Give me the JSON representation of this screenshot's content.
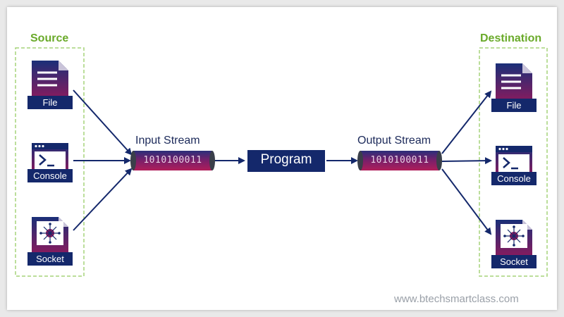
{
  "diagram": {
    "source_title": "Source",
    "destination_title": "Destination",
    "input_stream": {
      "label": "Input Stream",
      "bits": "1010100011"
    },
    "program": {
      "label": "Program"
    },
    "output_stream": {
      "label": "Output Stream",
      "bits": "1010100011"
    },
    "sources": [
      {
        "label": "File",
        "icon": "file-icon"
      },
      {
        "label": "Console",
        "icon": "console-icon"
      },
      {
        "label": "Socket",
        "icon": "socket-icon"
      }
    ],
    "destinations": [
      {
        "label": "File",
        "icon": "file-icon"
      },
      {
        "label": "Console",
        "icon": "console-icon"
      },
      {
        "label": "Socket",
        "icon": "socket-icon"
      }
    ],
    "watermark": "www.btechsmartclass.com"
  },
  "colors": {
    "navy": "#14286b",
    "purple": "#8a1a5e",
    "magenta": "#a01e5c",
    "green": "#6aaa2a",
    "group_border": "#a6d37a"
  }
}
